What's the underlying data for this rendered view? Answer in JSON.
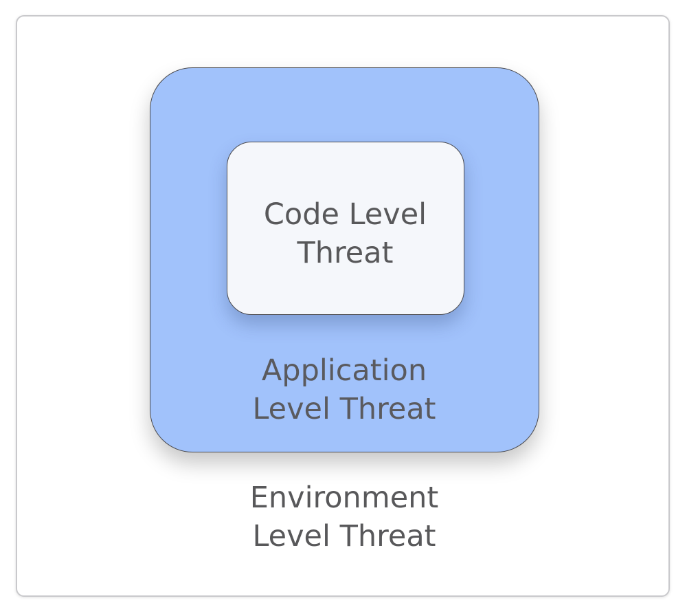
{
  "diagram": {
    "outer": {
      "label": "Environment\nLevel Threat",
      "fill": "#ffffff",
      "border": "#c9c9cc"
    },
    "middle": {
      "label": "Application\nLevel Threat",
      "fill": "#a1c2fb",
      "border": "#4a4a4e"
    },
    "inner": {
      "label": "Code Level\nThreat",
      "fill": "#f5f7fb",
      "border": "#4a4a4e"
    },
    "text_color": "#58585a"
  }
}
